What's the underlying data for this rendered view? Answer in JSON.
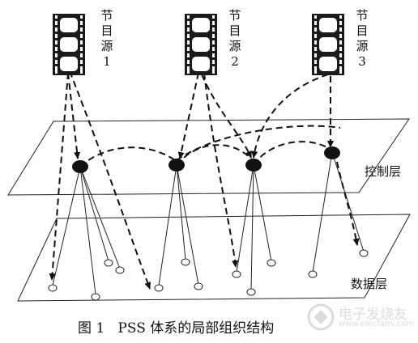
{
  "sources": [
    {
      "label": "节目源1"
    },
    {
      "label": "节目源2"
    },
    {
      "label": "节目源3"
    }
  ],
  "layers": {
    "control": "控制层",
    "data": "数据层"
  },
  "caption": "图 1   PSS 体系的局部组织结构",
  "watermark": {
    "text": "电子发烧友",
    "sub": "www.elecfans.com"
  }
}
